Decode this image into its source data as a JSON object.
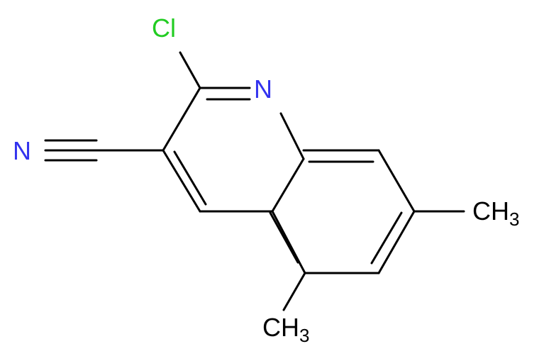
{
  "molecule": {
    "atom_labels": {
      "chlorine": "Cl",
      "ring_nitrogen": "N",
      "nitrile_nitrogen": "N",
      "methyl_7": {
        "main": "CH",
        "sub": "3"
      },
      "methyl_5": {
        "main": "CH",
        "sub": "3"
      }
    },
    "colors": {
      "carbon_bonds": "#000000",
      "chlorine": "#22cc22",
      "nitrogen": "#3333ee",
      "methyl": "#000000"
    }
  }
}
